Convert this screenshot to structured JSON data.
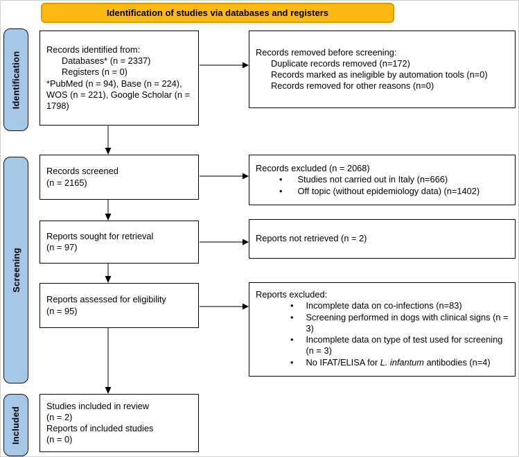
{
  "banner": {
    "label": "Identification of studies via databases and registers",
    "bg_color": "#FCB815",
    "border_color": "#DD9A00"
  },
  "sidebar": {
    "bar_color": "#A7C7E7",
    "items": [
      {
        "label": "Identification"
      },
      {
        "label": "Screening"
      },
      {
        "label": "Included"
      }
    ]
  },
  "boxes": {
    "identified": {
      "lines": [
        {
          "s": "plain",
          "t": "Records identified from:"
        },
        {
          "s": "indent",
          "t": "Databases* (n = 2337)"
        },
        {
          "s": "indent",
          "t": "Registers (n = 0)"
        },
        {
          "s": "plain",
          "t": "*PubMed (n = 94), Base (n = 224), WOS (n = 221), Google Scholar (n = 1798)"
        }
      ]
    },
    "removed": {
      "lines": [
        {
          "s": "plain",
          "t": "Records removed before screening:"
        },
        {
          "s": "indent",
          "t": "Duplicate records removed (n=172)"
        },
        {
          "s": "indent",
          "t": "Records marked as ineligible by automation tools (n=0)"
        },
        {
          "s": "indent",
          "t": "Records removed for other reasons (n=0)"
        }
      ]
    },
    "screened": {
      "lines": [
        {
          "s": "plain",
          "t": "Records screened"
        },
        {
          "s": "plain",
          "t": "(n = 2165)"
        }
      ]
    },
    "excluded_records": {
      "lines": [
        {
          "s": "plain",
          "t": "Records excluded (n = 2068)"
        },
        {
          "s": "bullet",
          "t": "Studies not carried out in Italy (n=666)"
        },
        {
          "s": "bullet",
          "t": "Off topic (without epidemiology data) (n=1402)"
        }
      ]
    },
    "sought": {
      "lines": [
        {
          "s": "plain",
          "t": "Reports sought for retrieval"
        },
        {
          "s": "plain",
          "t": "(n = 97)"
        }
      ]
    },
    "not_retrieved": {
      "lines": [
        {
          "s": "plain",
          "t": "Reports not retrieved (n = 2)"
        }
      ]
    },
    "eligibility": {
      "lines": [
        {
          "s": "plain",
          "t": "Reports assessed for eligibility"
        },
        {
          "s": "plain",
          "t": "(n = 95)"
        }
      ]
    },
    "excluded_reports": {
      "lines": [
        {
          "s": "plain",
          "t": "Reports excluded:"
        },
        {
          "s": "bullet",
          "t": "Incomplete data on co-infections (n=83)"
        },
        {
          "s": "bullet",
          "t": "Screening performed in dogs with clinical signs (n = 3)"
        },
        {
          "s": "bullet",
          "t": "Incomplete data on type of test used for screening (n = 3)"
        },
        {
          "s": "bullet",
          "t": [
            {
              "t": "No IFAT/ELISA for "
            },
            {
              "t": "L. infantum",
              "i": true
            },
            {
              "t": " antibodies (n=4)"
            }
          ]
        }
      ]
    },
    "included": {
      "lines": [
        {
          "s": "plain",
          "t": "Studies included in review"
        },
        {
          "s": "plain",
          "t": "(n = 2)"
        },
        {
          "s": "plain",
          "t": "Reports of included studies"
        },
        {
          "s": "plain",
          "t": "(n = 0)"
        }
      ]
    }
  }
}
